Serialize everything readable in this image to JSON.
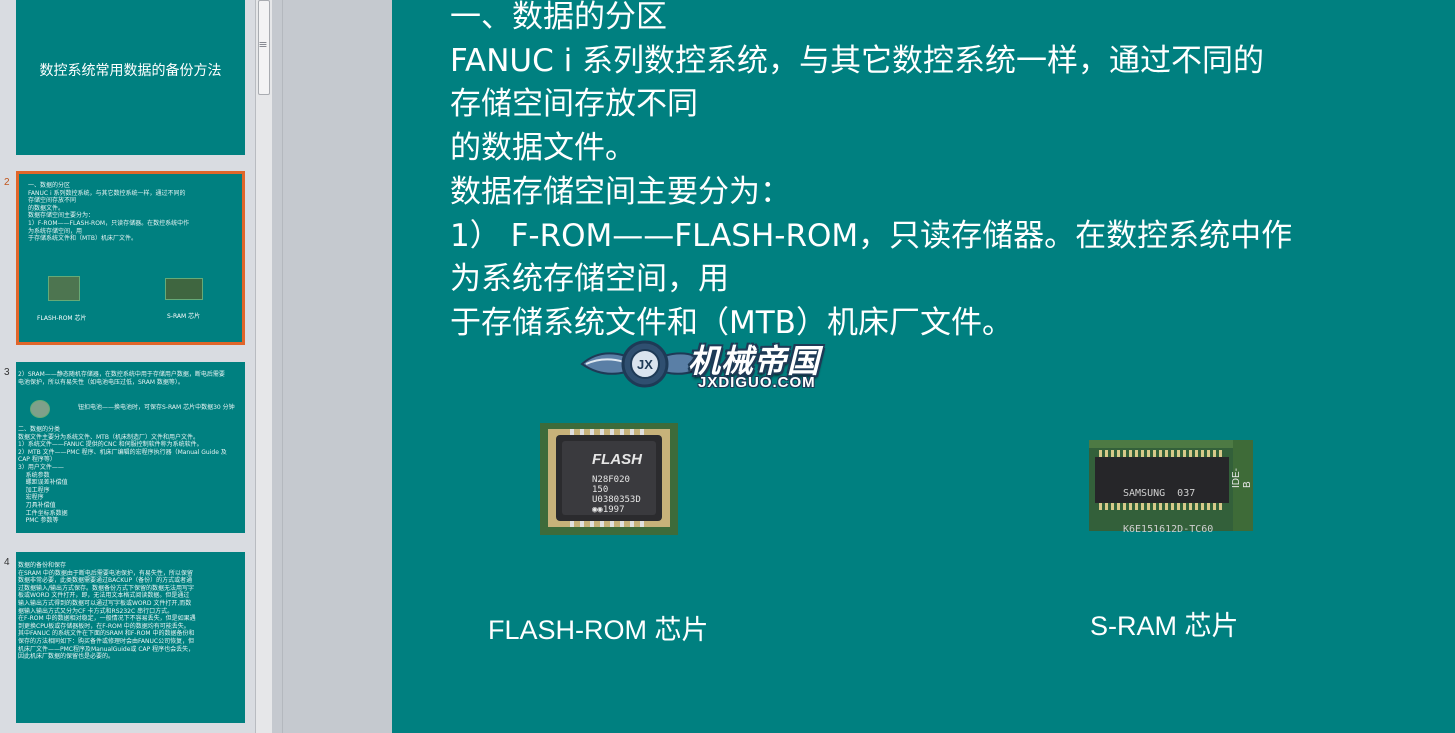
{
  "thumbnails": [
    {
      "number": "",
      "title": "数控系统常用数据的备份方法"
    },
    {
      "number": "2",
      "lines": [
        "一、数据的分区",
        "FANUC i 系列数控系统，与其它数控系统一样，通过不同的",
        "存储空间存放不同",
        "的数据文件。",
        "数据存储空间主要分为：",
        "1）F-ROM——FLASH-ROM，只读存储器。在数控系统中作",
        "为系统存储空间，用",
        "于存储系统文件和（MTB）机床厂文件。"
      ],
      "caption_left": "FLASH-ROM 芯片",
      "caption_right": "S-RAM 芯片"
    },
    {
      "number": "3",
      "lines": [
        "2）SRAM——静态随机存储器，在数控系统中用于存储用户数据，断电后需要",
        "电池保护，所以有易失性（如电池电压过低，SRAM 数据等）。"
      ],
      "battery_note": "钮扣电池——换电池时，可保存S-RAM 芯片中数据30 分钟",
      "lines2": [
        "二、数据的分类",
        "数据文件主要分为系统文件、MTB（机床制造厂）文件和用户文件。",
        "1）系统文件——FANUC 提供的CNC 和伺服控制软件称为系统软件。",
        "2）MTB 文件——PMC 程序、机床厂编辑的宏程序执行器（Manual Guide 及",
        "CAP 程序等）",
        "3）用户文件——",
        "    系统参数",
        "    螺距误差补偿值",
        "    加工程序",
        "    宏程序",
        "    刀具补偿值",
        "    工件坐标系数据",
        "    PMC 参数等"
      ]
    },
    {
      "number": "4",
      "lines": [
        "数据的备份和保存",
        "在SRAM 中的数据由于断电后需要电池保护，有易失性，所以保留",
        "数据非常必要，此类数据需要通过BACKUP（备份）的方式或者通",
        "过数据输入/输出方式保存。数据备份方式下保留的数据无法用写字",
        "板或WORD 文件打开，即，无法用文本格式阅读数据。但是通过",
        "输入输出方式得到的数据可以通过写字板或WORD 文件打开,而数",
        "据输入输出方式又分为CF 卡方式和RS232C 串行口方式。",
        "",
        "在F-ROM 中的数据相对稳定，一般情况下不容易丢失，但是如果遇",
        "到更换CPU板或存储器板时，在F-ROM 中的数据均有可能丢失。",
        "其中FANUC 的系统文件在下面的SRAM 和F-ROM 中的数据备份和",
        "保存的方法相同如下：购买备件或修理时会由FANUC公司恢复，但",
        "机床厂文件——PMC程序及ManualGuide或 CAP 程序也会丢失，",
        "因此机床厂数据的保留也是必要的。"
      ]
    }
  ],
  "slide": {
    "lines": [
      "一、数据的分区",
      "FANUC i 系列数控系统，与其它数控系统一样，通过不同的",
      "存储空间存放不同",
      "的数据文件。",
      "数据存储空间主要分为：",
      "1） F-ROM——FLASH-ROM，只读存储器。在数控系统中作",
      "为系统存储空间，用",
      "于存储系统文件和（MTB）机床厂文件。"
    ],
    "watermark": {
      "cn": "机械帝国",
      "en": "JXDIGUO.COM"
    },
    "chip_flash": {
      "brand": "FLASH",
      "lines": [
        "N28F020",
        "150",
        "U0380353D",
        "◉◉1997"
      ],
      "caption": "FLASH-ROM 芯片"
    },
    "chip_sram": {
      "lines": [
        "SAMSUNG  037",
        "K6E151612D-TC60"
      ],
      "edge": "IDE-B",
      "caption": "S-RAM 芯片"
    }
  },
  "colors": {
    "slide_bg": "#008080",
    "selection_border": "#e0662a",
    "pane_bg": "#d9dce1"
  },
  "icons": {
    "splitter": "≡"
  }
}
